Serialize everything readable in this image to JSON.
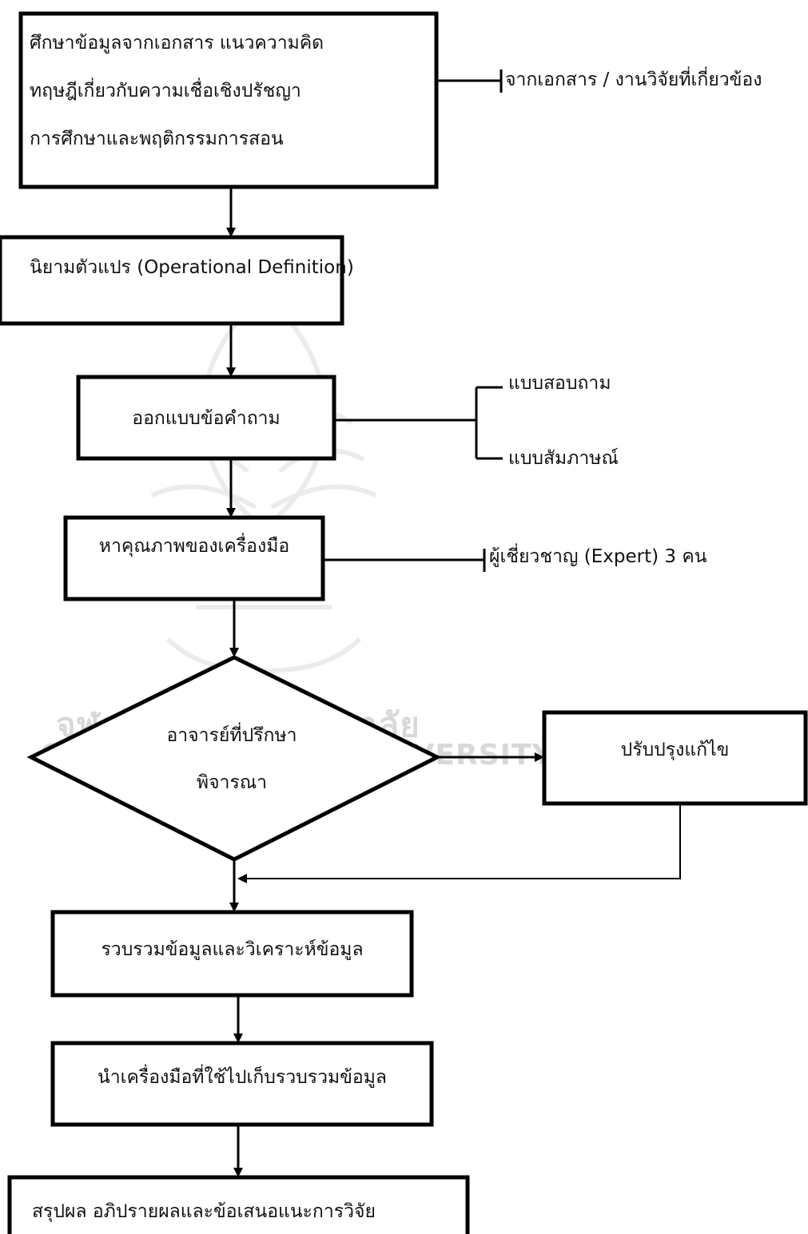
{
  "watermark": {
    "university_thai": "จุฬาลงกรณ์มหาวิทยาลัย",
    "university_en": "CHULALONGKORN UNIVERSITY"
  },
  "steps": {
    "study": {
      "lines": [
        "ศึกษาข้อมูลจากเอกสาร แนวความคิด",
        "ทฤษฎีเกี่ยวกับความเชื่อเชิงปรัชญา",
        "การศึกษาและพฤติกรรมการสอน"
      ],
      "side_note": "จากเอกสาร / งานวิจัยที่เกี่ยวข้อง"
    },
    "define": {
      "label": "นิยามตัวแปร (Operational Definition)"
    },
    "design": {
      "label": "ออกแบบข้อคำถาม",
      "branches": [
        "แบบสอบถาม",
        "แบบสัมภาษณ์"
      ]
    },
    "quality": {
      "label": "หาคุณภาพของเครื่องมือ",
      "side_note": "ผู้เชี่ยวชาญ (Expert) 3 คน"
    },
    "advisor": {
      "lines": [
        "อาจารย์ที่ปรึกษา",
        "พิจารณา"
      ]
    },
    "revise": {
      "label": "ปรับปรุงแก้ไข"
    },
    "collect_analyze": {
      "label": "รวบรวมข้อมูลและวิเคราะห์ข้อมูล"
    },
    "apply_tools": {
      "label": "นำเครื่องมือที่ใช้ไปเก็บรวบรวมข้อมูล"
    },
    "conclude": {
      "label": "สรุปผล อภิปรายผลและข้อเสนอแนะการวิจัย"
    }
  }
}
